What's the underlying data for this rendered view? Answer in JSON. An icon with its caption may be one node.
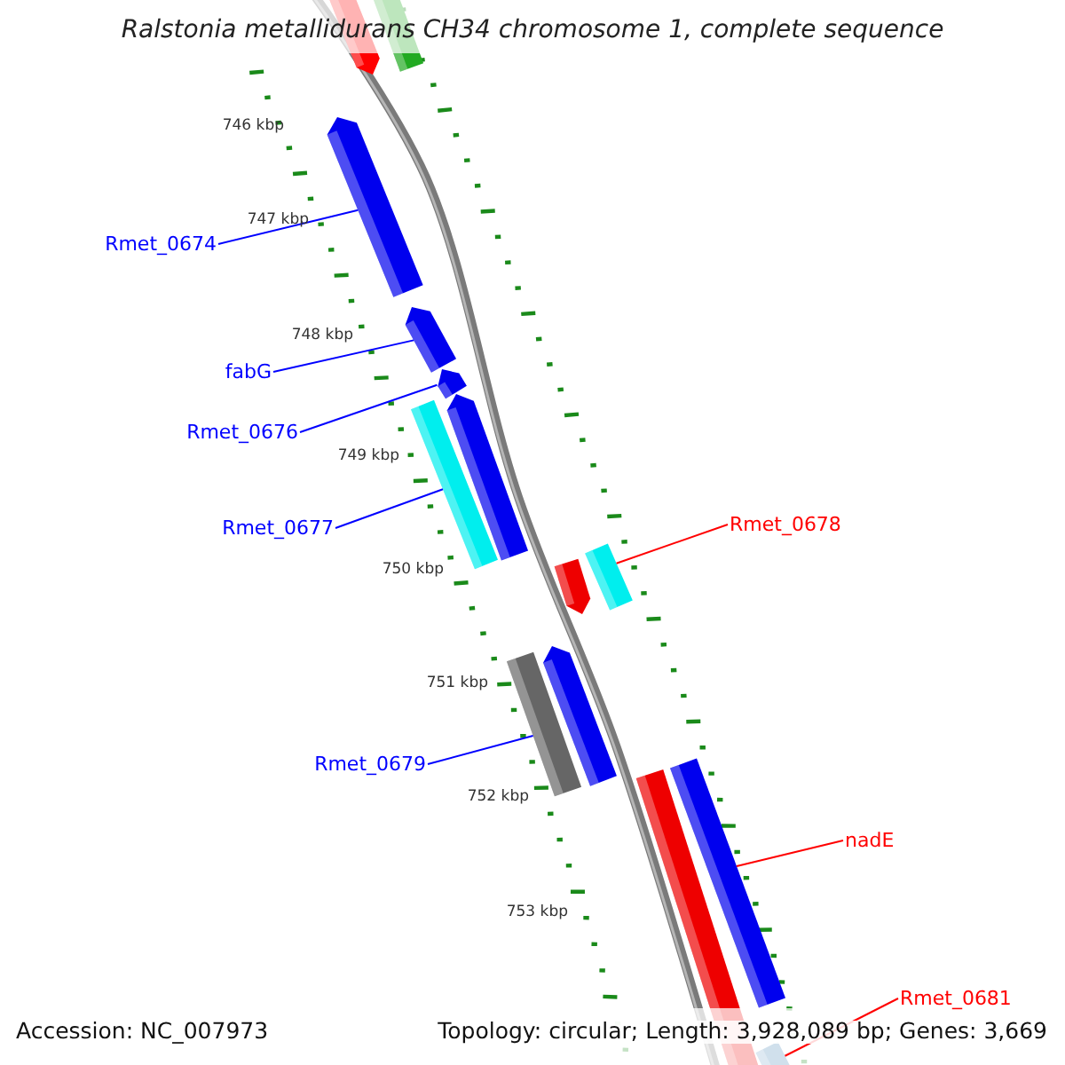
{
  "diagram": {
    "title": "Ralstonia metallidurans CH34 chromosome 1, complete sequence",
    "nodes": [
      {
        "text": [],
        "shape": "bar"
      },
      {
        "text": [],
        "shape": "bar"
      },
      {
        "text": [],
        "shape": "bar"
      },
      {
        "text": [
          "Rmet_0674"
        ]
      },
      {
        "text": [],
        "shape": "bar"
      },
      {
        "text": [
          "fabG"
        ]
      },
      {
        "text": [],
        "shape": "bar"
      },
      {
        "text": [],
        "shape": "bar"
      },
      {
        "text": [],
        "shape": "bar"
      },
      {
        "text": [
          "Rmet_0676"
        ]
      },
      {
        "text": [
          "Rmet_0677"
        ]
      },
      {
        "text": [
          "Rmet_0678"
        ]
      },
      {
        "text": [],
        "shape": "bar"
      },
      {
        "text": [],
        "shape": "bar"
      },
      {
        "text": [],
        "shape": "bar"
      },
      {
        "text": [],
        "shape": "bar"
      },
      {
        "text": [
          "Rmet_0679"
        ]
      },
      {
        "text": [],
        "shape": "bar"
      },
      {
        "text": [],
        "shape": "bar"
      },
      {
        "text": [
          "nadE"
        ]
      },
      {
        "text": [
          "Rmet_0681"
        ]
      },
      {
        "text": [],
        "shape": "bar"
      }
    ],
    "edges": [
      {
        "from": 3,
        "to": 2,
        "arrow": "none"
      },
      {
        "from": 5,
        "to": 4,
        "arrow": "none"
      },
      {
        "from": 9,
        "to": 6,
        "arrow": "none"
      },
      {
        "from": 10,
        "to": 8,
        "arrow": "none"
      },
      {
        "from": 11,
        "to": 12,
        "arrow": "none",
        "color": "#ff0000"
      },
      {
        "from": 16,
        "to": 15,
        "arrow": "none"
      },
      {
        "from": 19,
        "to": 17,
        "arrow": "none",
        "color": "#ff0000"
      },
      {
        "from": 20,
        "to": 21,
        "arrow": "none",
        "color": "#ff0000"
      }
    ],
    "labels": [
      "746 kbp",
      "747 kbp",
      "748 kbp",
      "749 kbp",
      "750 kbp",
      "751 kbp",
      "752 kbp",
      "753 kbp",
      "Accession: NC_007973",
      "Topology: circular; Length: 3,928,089 bp; Genes: 3,669"
    ]
  }
}
